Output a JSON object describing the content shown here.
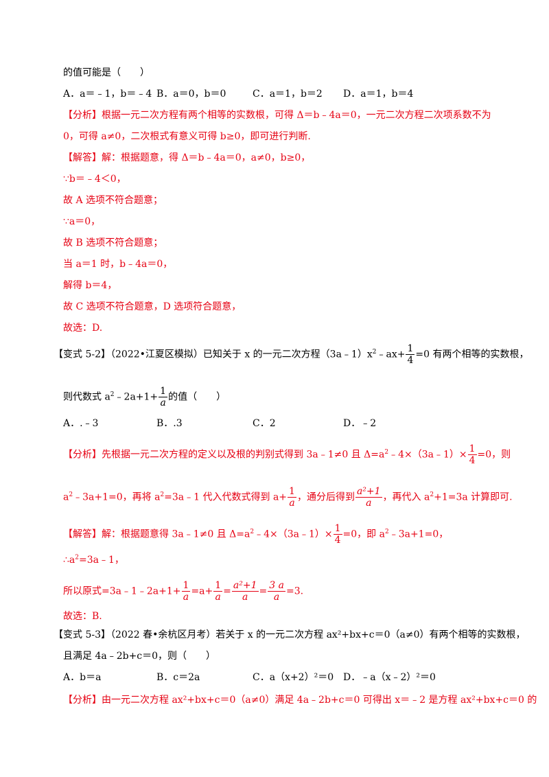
{
  "q51": {
    "stem_tail": "的值可能是（　　）",
    "options": [
      "A．a＝﹣1，b＝﹣4",
      "B．a＝0，b＝0",
      "C．a＝1，b＝2",
      "D．a＝1，b＝4"
    ],
    "analysis_1": "【分析】根据一元二次方程有两个相等的实数根，可得 Δ＝b﹣4a＝0，一元二次方程二次项系数不为",
    "analysis_2": "0，可得 a≠0，二次根式有意义可得 b≥0，即可进行判断.",
    "sol": [
      "【解答】解：根据题意，得 Δ＝b﹣4a＝0，a≠0，b≥0，",
      "∵b＝﹣4＜0，",
      "故 A 选项不符合题意；",
      "∵a＝0，",
      "故 B 选项不符合题意；",
      "当 a＝1 时，b﹣4a＝0，",
      "解得 b＝4，",
      "故 C 选项不符合题意，D 选项符合题意，",
      "故选：D."
    ]
  },
  "q52": {
    "tag": "【变式 5-2】",
    "stem_1a": "（2022•江夏区模拟）已知关于 x 的一元二次方程（3a﹣1）x",
    "sup2": "2",
    "stem_1b": "﹣ax+",
    "frac_num": "1",
    "frac_den": "4",
    "stem_1c": "=0 有两个相等的实数根，",
    "stem_2a": "则代数式 a",
    "stem_2b": "﹣2a+1+",
    "frac2_num": "1",
    "frac2_den": "a",
    "stem_2c": "的值（　　）",
    "options": [
      "A．.﹣3",
      "B．.3",
      "C．2",
      "D．﹣2"
    ],
    "ana1a": "【分析】先根据一元二次方程的定义以及根的判别式得到 3a﹣1≠0 且 Δ=a",
    "ana1b": "﹣4×（3a﹣1）×",
    "ana1c": "=0，则",
    "ana2a": "a",
    "ana2b": "﹣3a+1=0，再将 a",
    "ana2c": "=3a﹣1 代入代数式得到 a+",
    "ana2d": "，通分后得到",
    "ana2e": "，再代入 a",
    "ana2f": "+1=3a 计算即可.",
    "sol1a": "【解答】解：根据题意得 3a﹣1≠0 且 Δ=a",
    "sol1b": "﹣4×（3a﹣1）×",
    "sol1c": "=0，即 a",
    "sol1d": "﹣3a+1=0，",
    "sol2a": "∴a",
    "sol2b": "=3a﹣1，",
    "sol3a": "所以原式=3a﹣1﹣2a+1+",
    "sol3b": "=a+",
    "sol3c": "=",
    "sol3d": "=",
    "sol3e": "=3.",
    "sol4": "故选：B.",
    "one": "1",
    "four": "4",
    "a": "a",
    "a2p1": "a²+1",
    "three_a": "3 a"
  },
  "q53": {
    "tag": "【变式 5-3】",
    "stem_1": "（2022 春•余杭区月考）若关于 x 的一元二次方程 ax²+bx+c＝0（a≠0）有两个相等的实数根，",
    "stem_2": "且满足 4a﹣2b+c＝0，则（　　）",
    "options": [
      "A．b＝a",
      "B．c＝2a",
      "C．a（x+2）²＝0",
      "D．﹣a（x﹣2）²＝0"
    ],
    "analysis_1": "【分析】由一元二次方程 ax²+bx+c＝0（a≠0）满足 4a﹣2b+c＝0 可得出 x＝﹣2 是方程 ax²+bx+c＝0 的"
  }
}
